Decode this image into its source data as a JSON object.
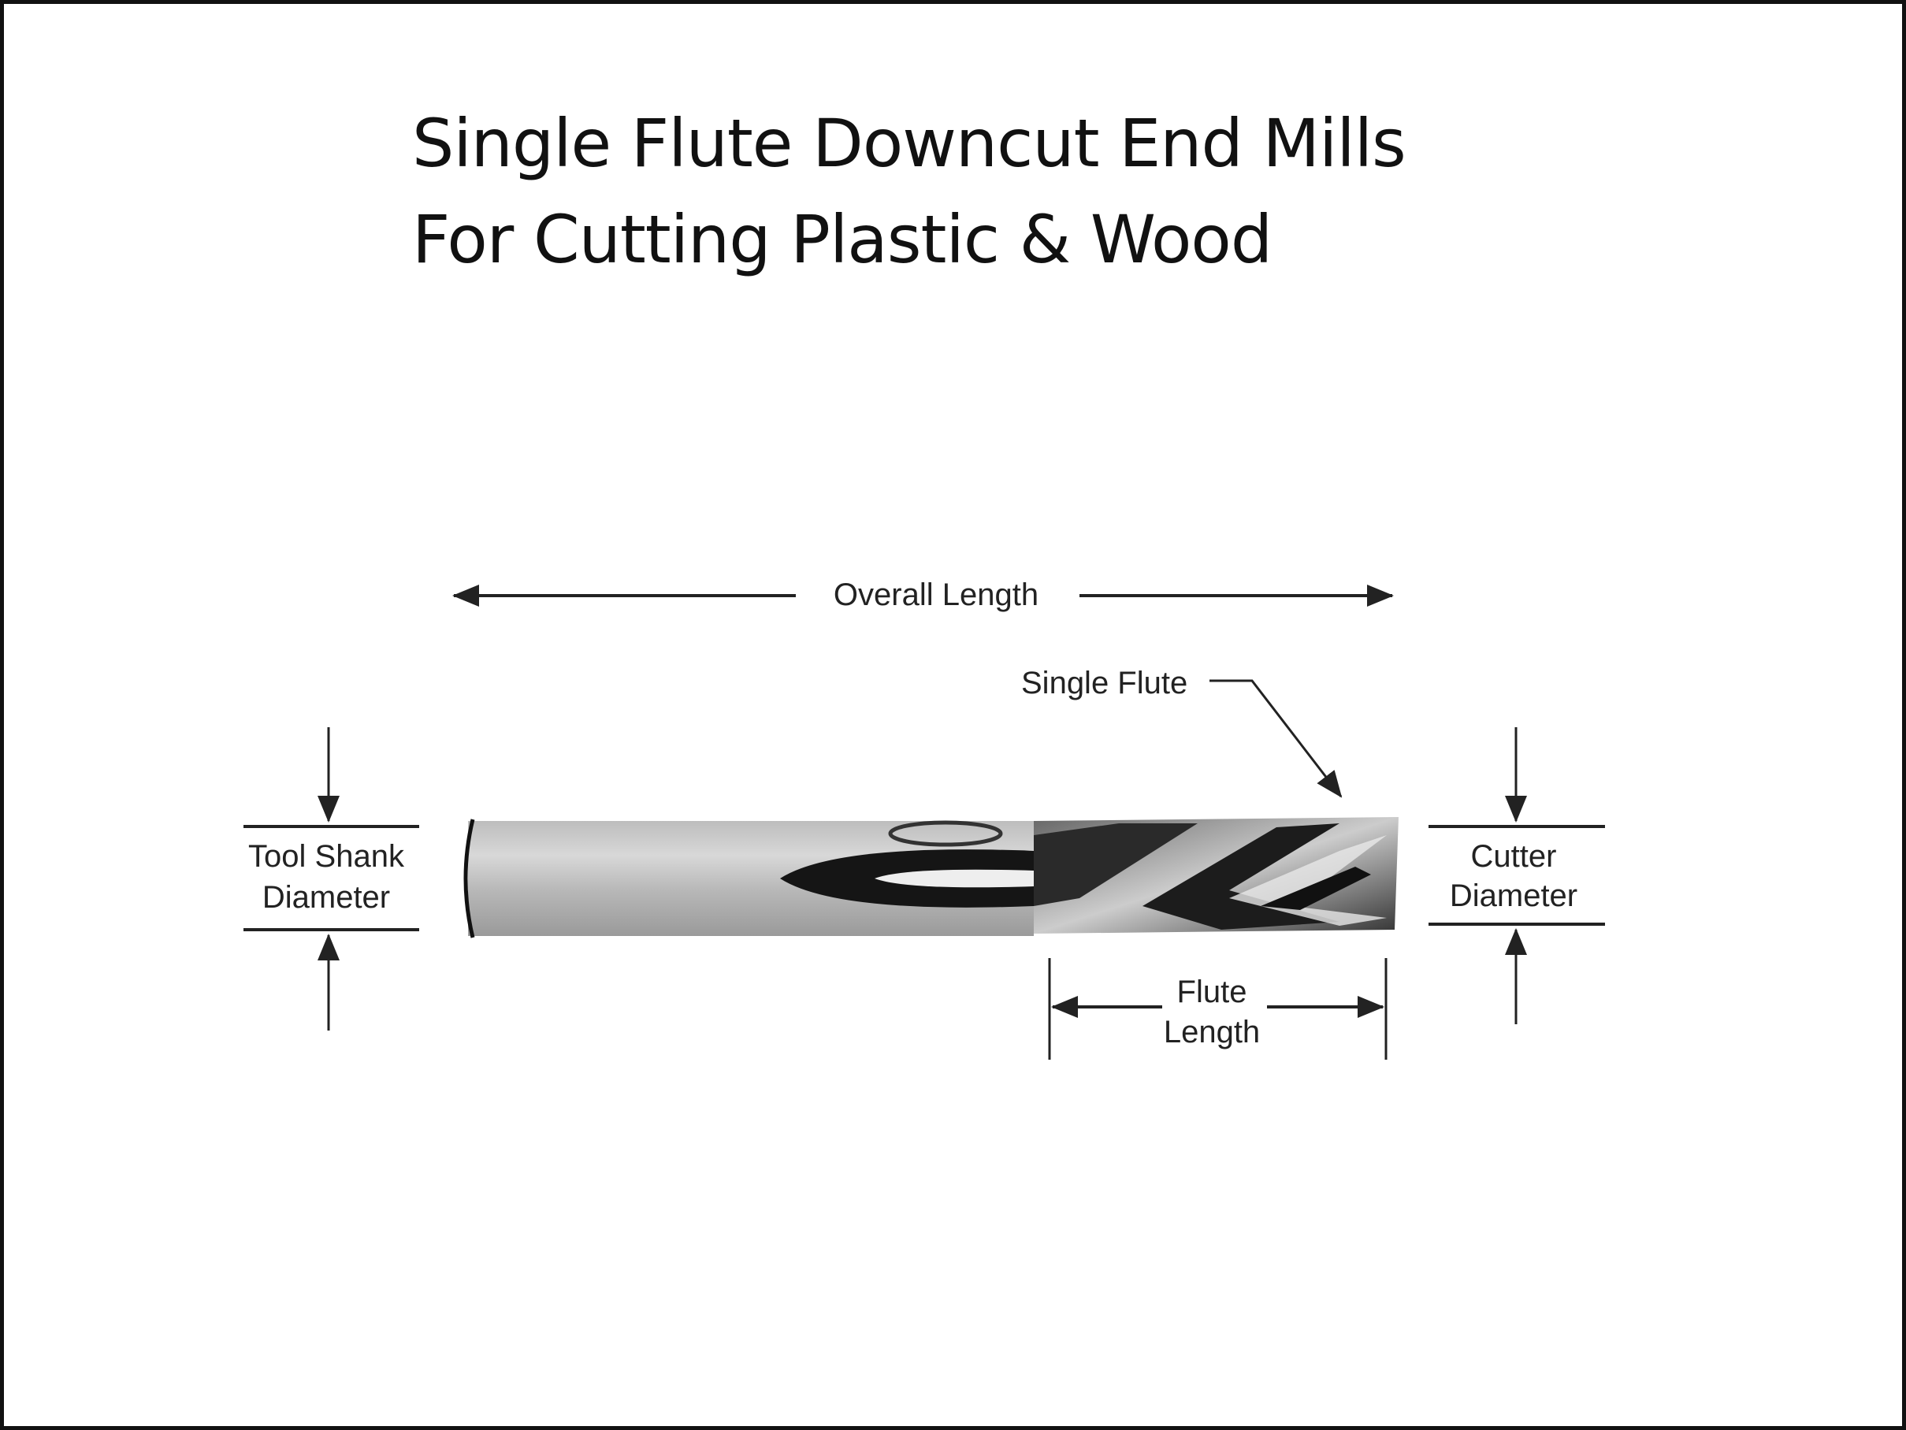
{
  "title": {
    "line1": "Single Flute Downcut End Mills",
    "line2": "For Cutting Plastic & Wood"
  },
  "diagram": {
    "overall_length": "Overall Length",
    "single_flute": "Single Flute",
    "tool_shank_line1": "Tool Shank",
    "tool_shank_line2": "Diameter",
    "cutter_line1": "Cutter",
    "cutter_line2": "Diameter",
    "flute_length_line1": "Flute",
    "flute_length_line2": "Length"
  },
  "colors": {
    "border": "#111111",
    "ink": "#222222"
  }
}
